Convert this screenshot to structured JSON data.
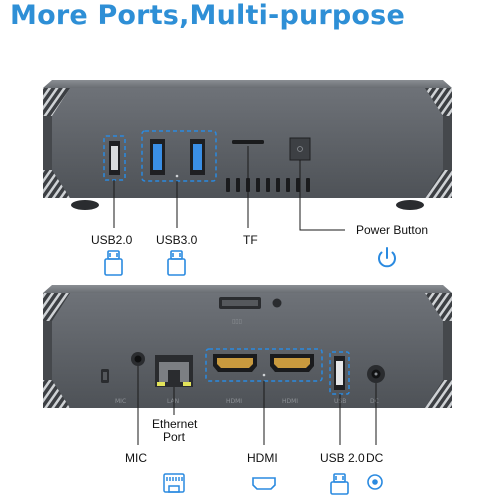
{
  "title": "More Ports,Multi-purpose",
  "top_labels": {
    "usb20": "USB2.0",
    "usb30": "USB3.0",
    "tf": "TF",
    "power": "Power Button"
  },
  "bottom_labels": {
    "mic": "MIC",
    "ethernet_line1": "Ethernet",
    "ethernet_line2": "Port",
    "hdmi": "HDMI",
    "usb20": "USB 2.0",
    "dc": "DC"
  },
  "panel_engravings": {
    "lan": "LAN",
    "hdmi_1": "HDMI",
    "hdmi_2": "HDMI",
    "usb": "USB",
    "dc": "DC",
    "mic": "MIC"
  },
  "colors": {
    "title": "#2e8fd6",
    "accent": "#2a8ae0",
    "device": "#5d6167"
  },
  "icons": [
    "usb-icon",
    "power-icon",
    "ethernet-icon",
    "hdmi-icon",
    "dc-icon",
    "kensington-lock-icon"
  ]
}
